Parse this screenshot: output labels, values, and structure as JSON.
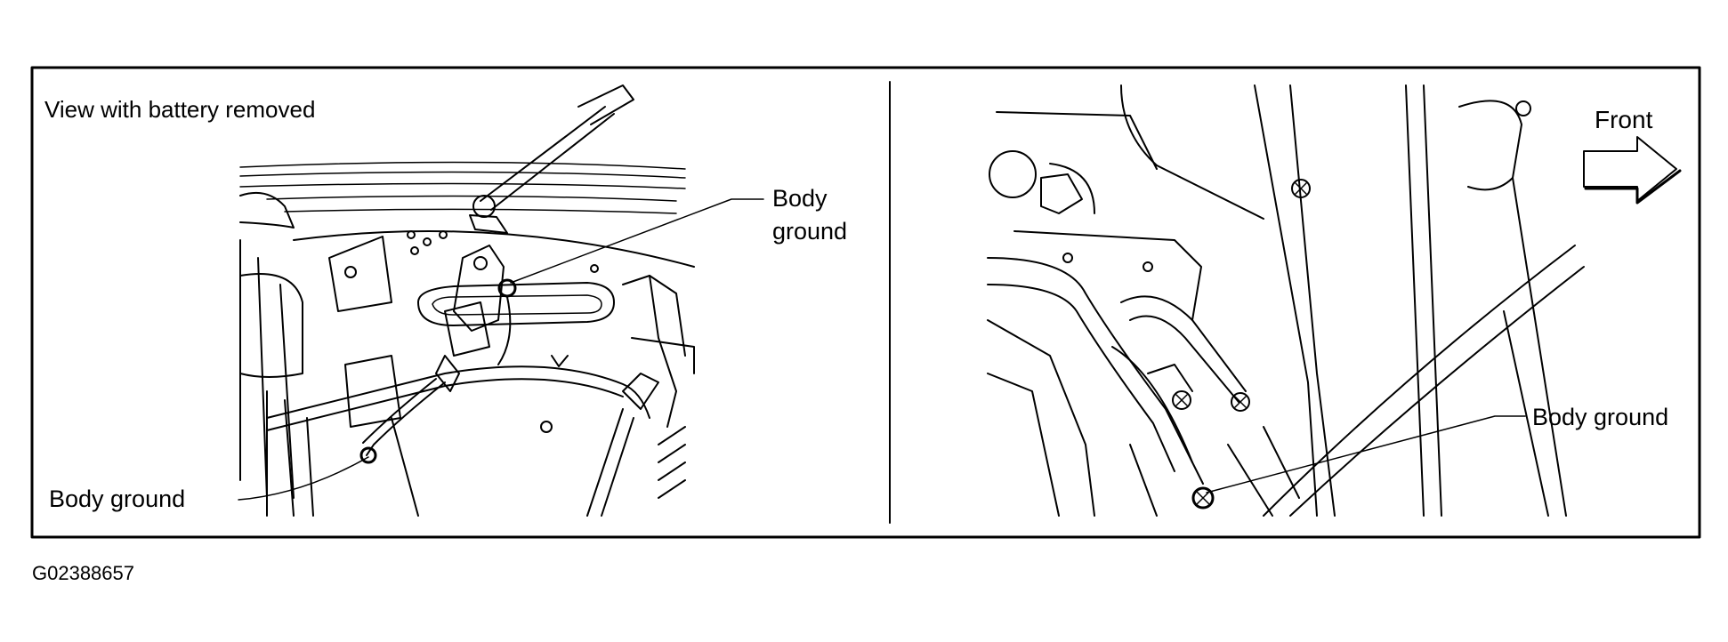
{
  "left_panel": {
    "title": "View with battery removed",
    "callout_top_line1": "Body",
    "callout_top_line2": "ground",
    "callout_bottom": "Body ground"
  },
  "right_panel": {
    "callout": "Body ground",
    "direction_label": "Front"
  },
  "figure_code": "G02388657",
  "icons": [
    "ground-bolt-icon",
    "front-arrow-icon"
  ]
}
